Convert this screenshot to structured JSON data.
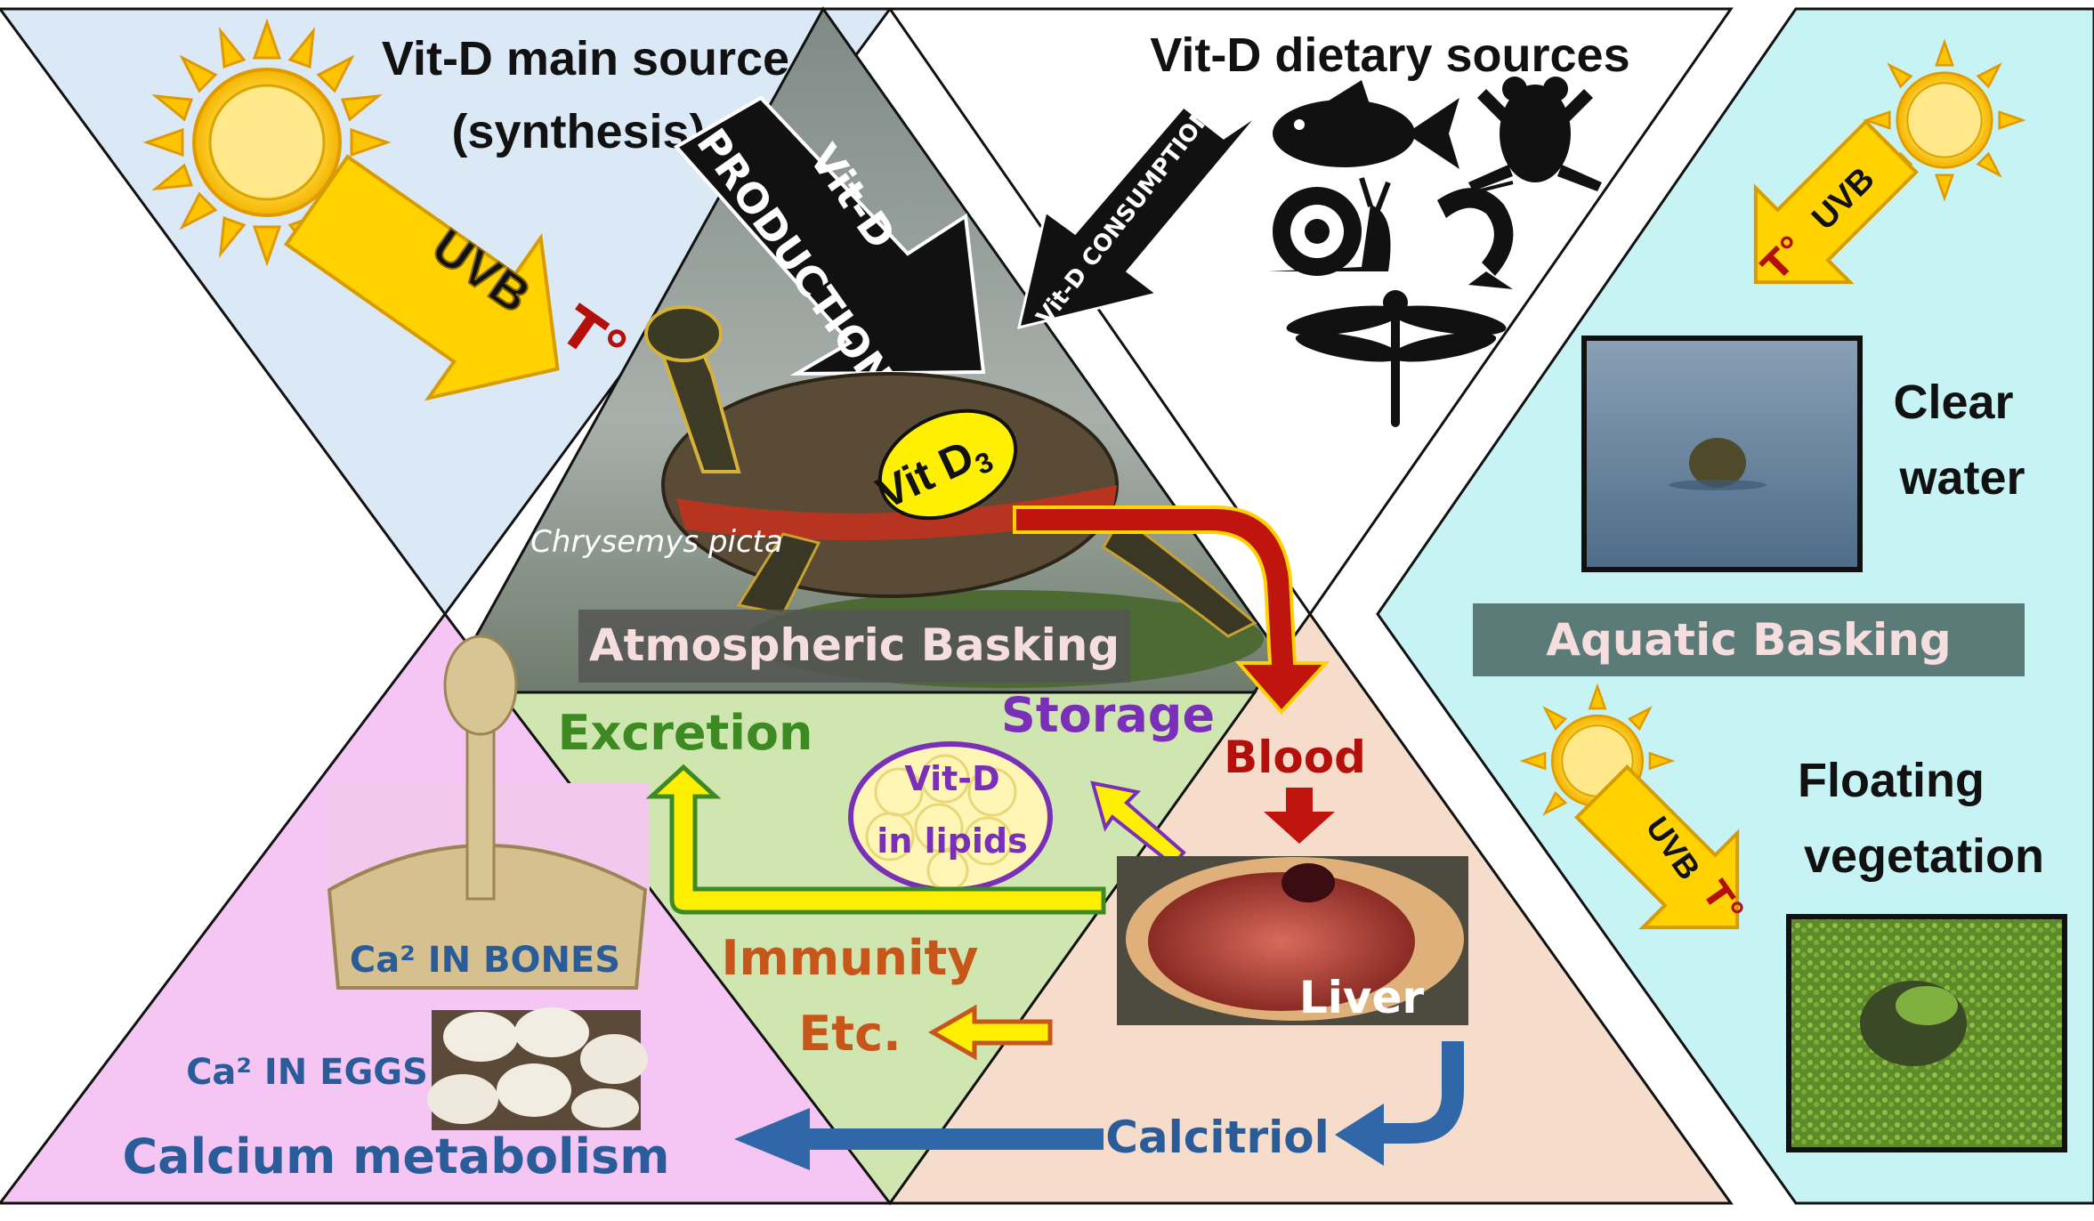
{
  "top_left": {
    "title_line1": "Vit-D main source",
    "title_line2": "(synthesis)",
    "arrow_label_uvb": "UVB",
    "arrow_label_temp": "T°"
  },
  "top_middle": {
    "production_line1": "Vit-D",
    "production_line2": "PRODUCTION",
    "consumption_label": "Vit-D CONSUMPTION",
    "vit_d3_label": "Vit D",
    "vit_d3_sub": "3",
    "species_label": "Chrysemys picta",
    "section_label": "Atmospheric Basking"
  },
  "top_right": {
    "title": "Vit-D dietary sources"
  },
  "right_panel": {
    "arrow1_uvb": "UVB",
    "arrow1_temp": "T°",
    "clear_water_line1": "Clear",
    "clear_water_line2": "water",
    "section_label": "Aquatic Basking",
    "arrow2_uvb": "UVB",
    "arrow2_temp": "T°",
    "floating_line1": "Floating",
    "floating_line2": "vegetation"
  },
  "bottom_left": {
    "bones_label": "Ca² IN BONES",
    "eggs_label": "Ca² IN EGGS",
    "section_label": "Calcium metabolism"
  },
  "bottom_middle": {
    "excretion": "Excretion",
    "storage": "Storage",
    "lipids_line1": "Vit-D",
    "lipids_line2": "in lipids",
    "immunity_line1": "Immunity",
    "immunity_line2": "Etc."
  },
  "bottom_right": {
    "blood": "Blood",
    "liver": "Liver",
    "calcitriol": "Calcitriol"
  },
  "colors": {
    "sky_blue": "#dbe8f5",
    "aqua": "#c8f3f5",
    "pink": "#f5c6f3",
    "green": "#cfe6b0",
    "peach": "#f6dccb",
    "sun_yellow": "#ffd200",
    "arrow_red": "#c0150f",
    "arrow_blue": "#2f67a8"
  }
}
